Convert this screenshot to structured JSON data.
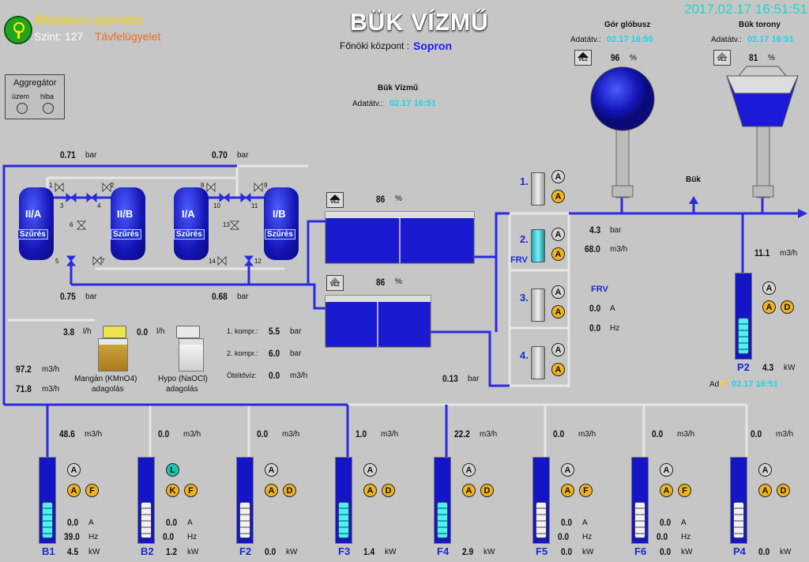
{
  "header": {
    "operator": "Általános operátor",
    "level": "Szint: 127",
    "remote": "Távfelügyelet",
    "title": "BÜK VÍZMŰ",
    "center_label": "Főnöki központ :",
    "center_value": "Sopron",
    "datetime": "2017.02.17  16:51:51"
  },
  "aggregator": {
    "title": "Aggregátor",
    "label_run": "üzem",
    "label_fault": "hiba"
  },
  "buk_vizmu": {
    "title": "Bük Vízmű",
    "adat_label": "Adatátv.:",
    "adat_value": "02.17  16:51"
  },
  "gor_globus": {
    "title": "Gór glóbusz",
    "adat_label": "Adatátv.:",
    "adat_value": "02.17  16:50",
    "level": "96",
    "unit": "%",
    "vez": "VEZ"
  },
  "buk_torony": {
    "title": "Bük torony",
    "adat_label": "Adatátv.:",
    "adat_value": "02.17  16:51",
    "level": "81",
    "unit": "%",
    "vez": "VEZ"
  },
  "filters": {
    "p_top_left": "0.71",
    "p_top_right": "0.70",
    "p_bot_left": "0.75",
    "p_bot_right": "0.68",
    "bar": "bar",
    "names": [
      "II/A",
      "II/B",
      "I/A",
      "I/B"
    ],
    "szures": "Szűrés",
    "valve_nums": [
      "1",
      "2",
      "3",
      "4",
      "5",
      "6",
      "7",
      "8",
      "9",
      "10",
      "11",
      "12",
      "13",
      "14"
    ]
  },
  "reservoirs": {
    "top_level": "86",
    "bottom_level": "86",
    "unit": "%",
    "vez": "VEZ"
  },
  "dosing": {
    "mangan_flow": "3.8",
    "hypo_flow": "0.0",
    "unit": "l/h",
    "mangan_label1": "Mangán (KMnO4)",
    "mangan_label2": "adagolás",
    "hypo_label1": "Hypo (NaOCl)",
    "hypo_label2": "adagolás"
  },
  "compressor": {
    "k1_label": "1. kompr.:",
    "k1_val": "5.5",
    "k2_label": "2. kompr.:",
    "k2_val": "6.0",
    "oblito_label": "Öblítővíz:",
    "oblito_val": "0.0",
    "bar": "bar",
    "m3h": "m3/h"
  },
  "left_flow": {
    "v1": "97.2",
    "v2": "71.8",
    "unit": "m3/h"
  },
  "booster": {
    "out_p": "4.3",
    "out_flow": "68.0",
    "bar": "bar",
    "m3h": "m3/h",
    "suction_p": "0.13",
    "frv_label": "FRV",
    "frv_a": "0.0",
    "frv_hz": "0.0",
    "A": "A",
    "Hz": "Hz",
    "pumps": [
      {
        "num": "1.",
        "c1": "A",
        "c2": "A"
      },
      {
        "num": "2.",
        "c1": "A",
        "c2": "A"
      },
      {
        "num": "3.",
        "c1": "A",
        "c2": "A"
      },
      {
        "num": "4.",
        "c1": "A",
        "c2": "A"
      }
    ],
    "buk_arrow": "Bük"
  },
  "p2": {
    "flow": "11.1",
    "unit": "m3/h",
    "name": "P2",
    "kw": "4.3",
    "kw_unit": "kW",
    "c1": "A",
    "c2": "A",
    "c3": "D",
    "adat_prefix": "Ad",
    "adat_value": "02.17  16:51"
  },
  "wells": [
    {
      "name": "B1",
      "flow": "48.6",
      "a": "0.0",
      "hz": "39.0",
      "kw": "4.5",
      "c1": "A",
      "c2": "A",
      "c3": "F"
    },
    {
      "name": "B2",
      "flow": "0.0",
      "a": "0.0",
      "hz": "0.0",
      "kw": "1.2",
      "c1": "L",
      "c2": "K",
      "c3": "F"
    },
    {
      "name": "F2",
      "flow": "0.0",
      "a": "",
      "hz": "",
      "kw": "0.0",
      "c1": "A",
      "c2": "A",
      "c3": "D"
    },
    {
      "name": "F3",
      "flow": "1.0",
      "a": "",
      "hz": "",
      "kw": "1.4",
      "c1": "A",
      "c2": "A",
      "c3": "D"
    },
    {
      "name": "F4",
      "flow": "22.2",
      "a": "",
      "hz": "",
      "kw": "2.9",
      "c1": "A",
      "c2": "A",
      "c3": "D"
    },
    {
      "name": "F5",
      "flow": "0.0",
      "a": "0.0",
      "hz": "0.0",
      "kw": "0.0",
      "c1": "A",
      "c2": "A",
      "c3": "F"
    },
    {
      "name": "F6",
      "flow": "0.0",
      "a": "0.0",
      "hz": "0.0",
      "kw": "0.0",
      "c1": "A",
      "c2": "A",
      "c3": "F"
    },
    {
      "name": "P4",
      "flow": "0.0",
      "a": "",
      "hz": "",
      "kw": "0.0",
      "c1": "A",
      "c2": "A",
      "c3": "D"
    }
  ],
  "units": {
    "m3h": "m3/h",
    "A": "A",
    "Hz": "Hz",
    "kW": "kW"
  }
}
